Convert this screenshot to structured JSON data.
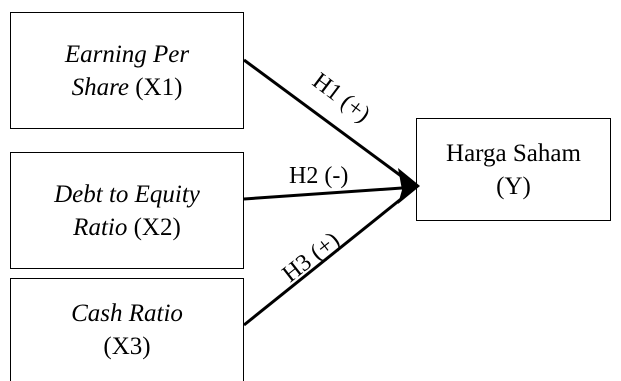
{
  "nodes": {
    "x1": {
      "line1_italic": "Earning Per",
      "line2_italic": "Share",
      "line2_plain": " (X1)"
    },
    "x2": {
      "line1_italic": "Debt to Equity",
      "line2_italic": "Ratio",
      "line2_plain": " (X2)"
    },
    "x3": {
      "line1_italic": "Cash Ratio",
      "line2_plain": "(X3)"
    },
    "y": {
      "line1": "Harga Saham",
      "line2": "(Y)"
    }
  },
  "hypotheses": [
    {
      "label": "H1 (+)",
      "from": "x1",
      "to": "y"
    },
    {
      "label": "H2 (-)",
      "from": "x2",
      "to": "y"
    },
    {
      "label": "H3 (+)",
      "from": "x3",
      "to": "y"
    }
  ]
}
